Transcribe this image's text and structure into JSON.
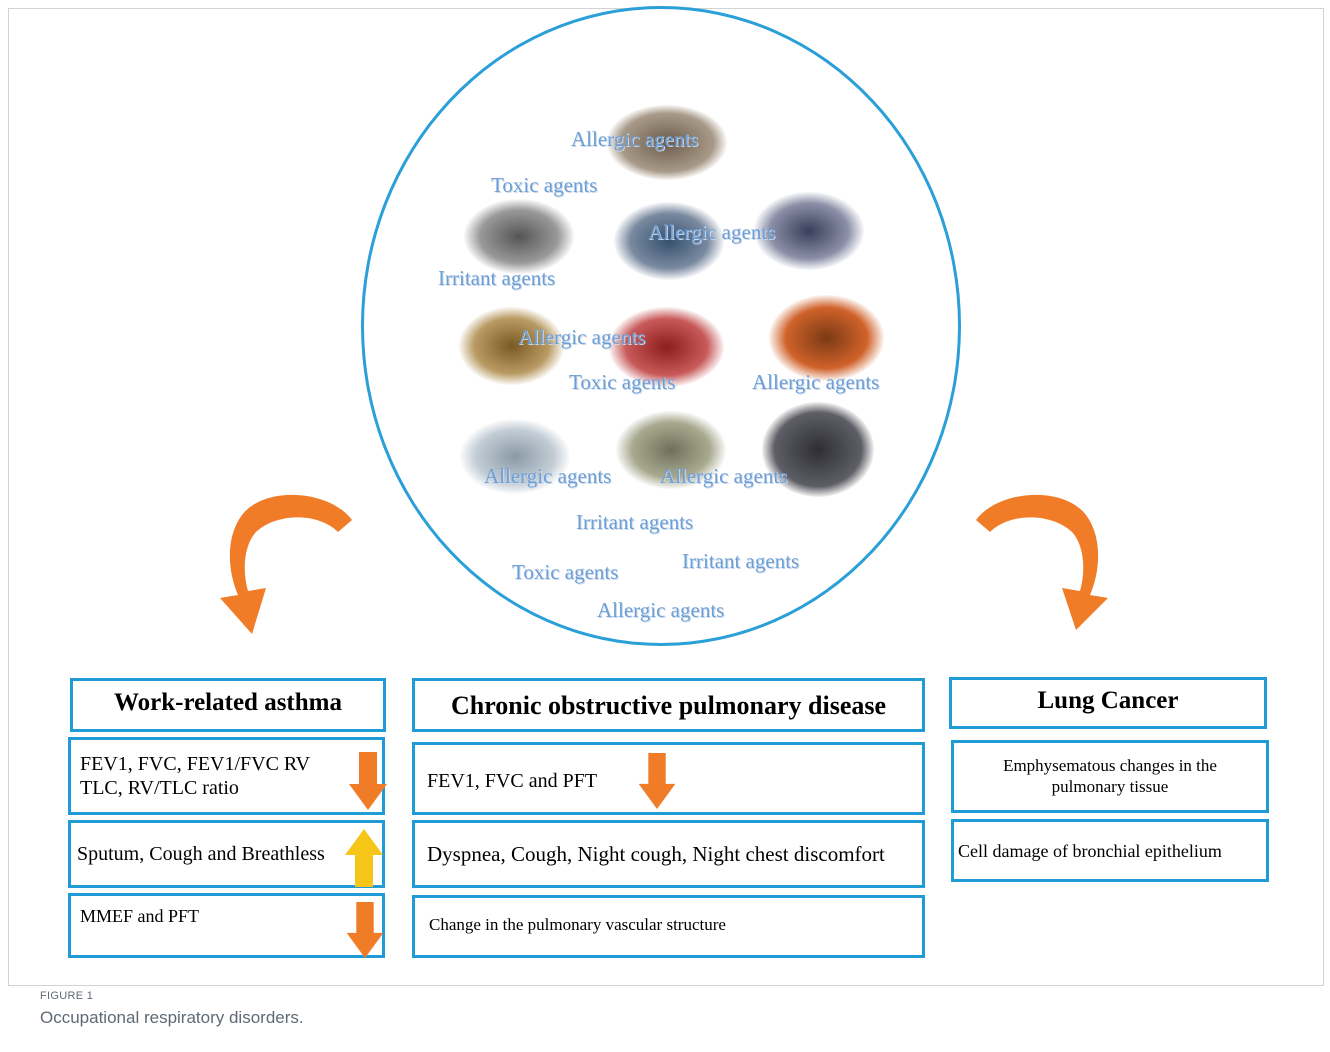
{
  "colors": {
    "border": "#1f9cd6",
    "circle": "#2a9fd8",
    "orange": "#f07c28",
    "yellow": "#f5c518",
    "label": "#6d9fd6",
    "caption": "#5f6a74"
  },
  "agents": [
    "Allergic agents",
    "Toxic agents",
    "Allergic agents",
    "Irritant agents",
    "Allergic agents",
    "Toxic agents",
    "Allergic agents",
    "Allergic agents",
    "Allergic agents",
    "Irritant agents",
    "Irritant agents",
    "Toxic agents",
    "Allergic agents"
  ],
  "asthma": {
    "title": "Work-related asthma",
    "items": [
      {
        "lines": [
          "FEV1, FVC, FEV1/FVC RV",
          "TLC,  RV/TLC ratio"
        ],
        "arrow": "down"
      },
      {
        "lines": [
          "Sputum, Cough and Breathless"
        ],
        "arrow": "up"
      },
      {
        "lines": [
          "MMEF and PFT"
        ],
        "arrow": "down"
      }
    ]
  },
  "copd": {
    "title": "Chronic obstructive pulmonary disease",
    "items": [
      {
        "text": "FEV1, FVC and  PFT",
        "arrow": "down"
      },
      {
        "text": "Dyspnea, Cough, Night cough, Night chest discomfort"
      },
      {
        "text": "Change in the pulmonary vascular structure"
      }
    ]
  },
  "cancer": {
    "title": "Lung Cancer",
    "items": [
      {
        "lines": [
          "Emphysematous changes in the",
          "pulmonary tissue"
        ]
      },
      {
        "text": "Cell damage of bronchial epithelium"
      }
    ]
  },
  "caption": {
    "label": "FIGURE 1",
    "text": "Occupational respiratory disorders."
  }
}
